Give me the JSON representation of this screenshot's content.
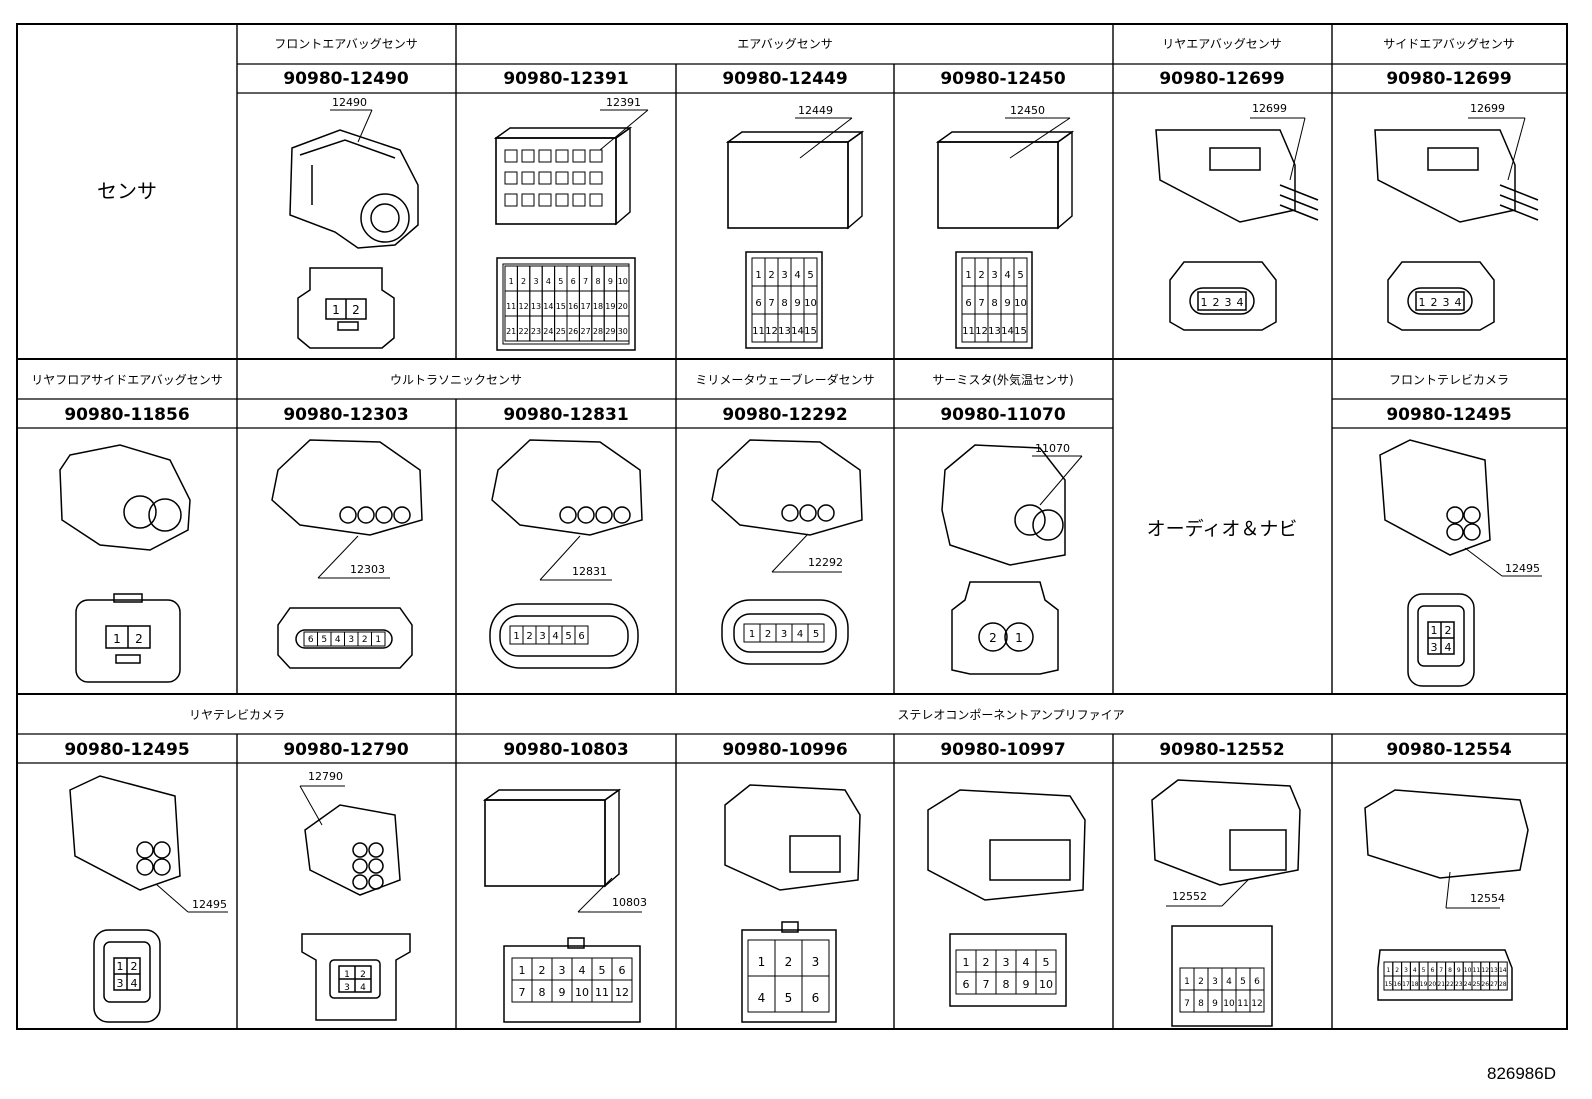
{
  "figure_id": "826986D",
  "row1": {
    "sensor_label": "センサ",
    "groups": [
      "フロントエアバッグセンサ",
      "エアバッグセンサ",
      "リヤエアバッグセンサ",
      "サイドエアバッグセンサ"
    ],
    "parts": [
      "90980-12490",
      "90980-12391",
      "90980-12449",
      "90980-12450",
      "90980-12699",
      "90980-12699"
    ],
    "callouts": [
      "12490",
      "12391",
      "12449",
      "12450",
      "12699",
      "12699"
    ]
  },
  "row2": {
    "groups": [
      "リヤフロアサイドエアバッグセンサ",
      "ウルトラソニックセンサ",
      "ミリメータウェーブレーダセンサ",
      "サーミスタ(外気温センサ)",
      "フロントテレビカメラ"
    ],
    "parts": [
      "90980-11856",
      "90980-12303",
      "90980-12831",
      "90980-12292",
      "90980-11070",
      "90980-12495"
    ],
    "callouts": [
      "12303",
      "12831",
      "12292",
      "11070",
      "12495"
    ],
    "audio_label": "オーディオ＆ナビ"
  },
  "row3": {
    "groups": [
      "リヤテレビカメラ",
      "ステレオコンポーネントアンプリファイア"
    ],
    "parts": [
      "90980-12495",
      "90980-12790",
      "90980-10803",
      "90980-10996",
      "90980-10997",
      "90980-12552",
      "90980-12554"
    ],
    "callouts": [
      "12495",
      "12790",
      "10803",
      "12552",
      "12554"
    ]
  },
  "pins": {
    "p12490": [
      "1",
      "2"
    ],
    "p12391": [
      "1",
      "2",
      "3",
      "4",
      "5",
      "6",
      "7",
      "8",
      "9",
      "10",
      "11",
      "12",
      "13",
      "14",
      "15",
      "16",
      "17",
      "18",
      "19",
      "20",
      "21",
      "22",
      "23",
      "24",
      "25",
      "26",
      "27",
      "28",
      "29",
      "30"
    ],
    "p12449": [
      "1",
      "2",
      "3",
      "4",
      "5",
      "6",
      "7",
      "8",
      "9",
      "10",
      "11",
      "12",
      "13",
      "14",
      "15"
    ],
    "p12450": [
      "1",
      "2",
      "3",
      "4",
      "5",
      "6",
      "7",
      "8",
      "9",
      "10",
      "11",
      "12",
      "13",
      "14",
      "15"
    ],
    "p12699": [
      "1",
      "2",
      "3",
      "4"
    ],
    "p11856": [
      "1",
      "2"
    ],
    "p12303": [
      "6",
      "5",
      "4",
      "3",
      "2",
      "1"
    ],
    "p12831": [
      "1",
      "2",
      "3",
      "4",
      "5",
      "6"
    ],
    "p12292": [
      "1",
      "2",
      "3",
      "4",
      "5"
    ],
    "p11070": [
      "2",
      "1"
    ],
    "p12495": [
      "1",
      "2",
      "3",
      "4"
    ],
    "p12790": [
      "1",
      "2",
      "3",
      "4"
    ],
    "p10803": [
      "1",
      "2",
      "3",
      "4",
      "5",
      "6",
      "7",
      "8",
      "9",
      "10",
      "11",
      "12"
    ],
    "p10996": [
      "1",
      "2",
      "3",
      "4",
      "5",
      "6"
    ],
    "p10997": [
      "1",
      "2",
      "3",
      "4",
      "5",
      "6",
      "7",
      "8",
      "9",
      "10"
    ],
    "p12552": [
      "1",
      "2",
      "3",
      "4",
      "5",
      "6",
      "7",
      "8",
      "9",
      "10",
      "11",
      "12"
    ],
    "p12554": [
      "1",
      "2",
      "3",
      "4",
      "5",
      "6",
      "7",
      "8",
      "9",
      "10",
      "11",
      "12",
      "13",
      "14",
      "15",
      "16",
      "17",
      "18",
      "19",
      "20",
      "21",
      "22",
      "23",
      "24",
      "25",
      "26",
      "27",
      "28"
    ]
  }
}
